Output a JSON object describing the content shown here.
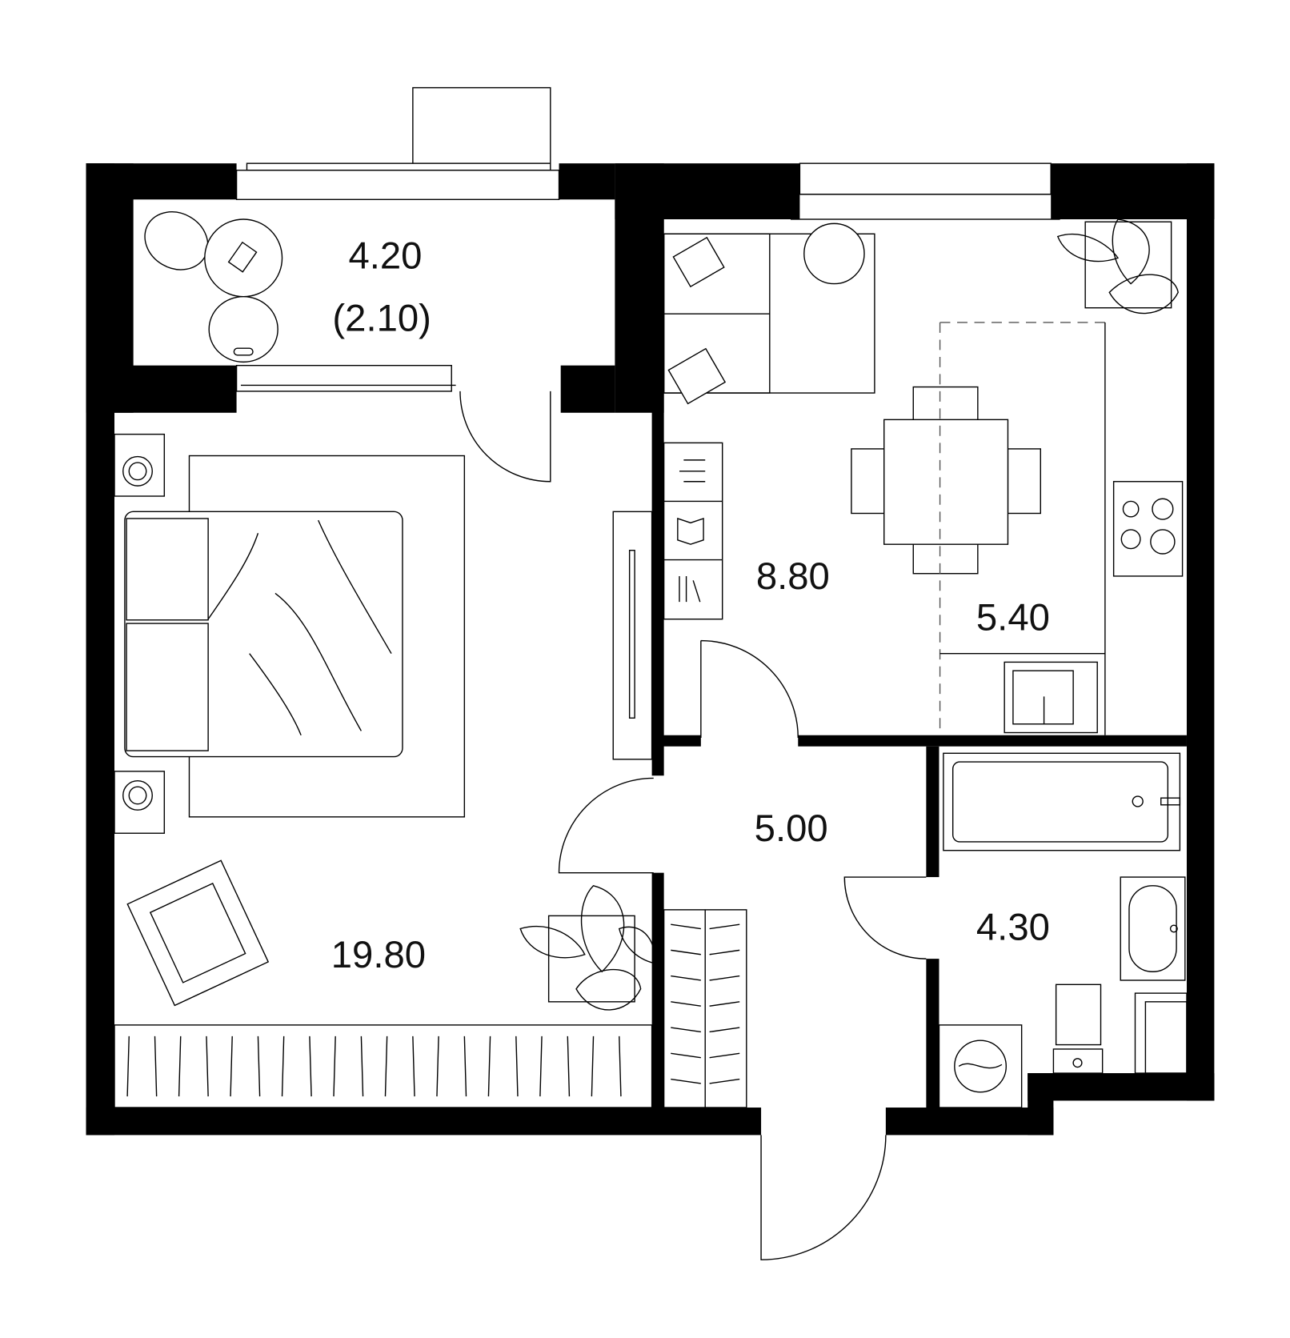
{
  "plan": {
    "wall_color": "#000000",
    "background": "#ffffff",
    "rooms": {
      "balcony": {
        "area": "4.20",
        "reduced_area": "(2.10)"
      },
      "bedroom": {
        "area": "19.80"
      },
      "living": {
        "area": "8.80"
      },
      "kitchen": {
        "area": "5.40"
      },
      "hall": {
        "area": "5.00"
      },
      "bathroom": {
        "area": "4.30"
      }
    }
  }
}
